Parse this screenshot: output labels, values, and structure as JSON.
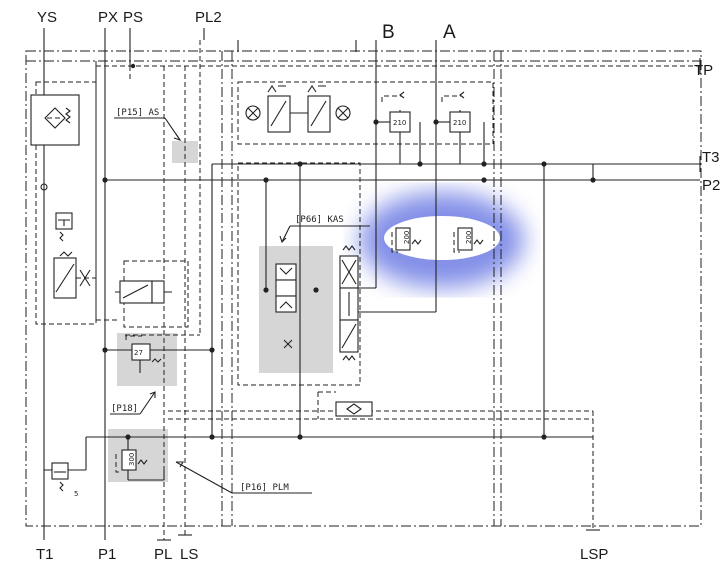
{
  "ports": {
    "YS": "YS",
    "PX": "PX",
    "PS": "PS",
    "PL2": "PL2",
    "B": "B",
    "A": "A",
    "TP": "TP",
    "T3": "T3",
    "P2": "P2",
    "T1": "T1",
    "P1": "P1",
    "PL": "PL",
    "LS": "LS",
    "LSP": "LSP"
  },
  "callouts": {
    "as": "[P15] AS",
    "kas": "[P66] KAS",
    "p18": "[P18]",
    "plm": "[P16] PLM"
  },
  "valve_values": {
    "v210_left": "210",
    "v210_right": "210",
    "v200_left": "200",
    "v200_right": "200",
    "v27": "27",
    "v300": "300",
    "v5": "5"
  },
  "colors": {
    "line": "#222222",
    "highlight_zone": "#cfcfcf",
    "blue_marker": "#5a6be0"
  }
}
